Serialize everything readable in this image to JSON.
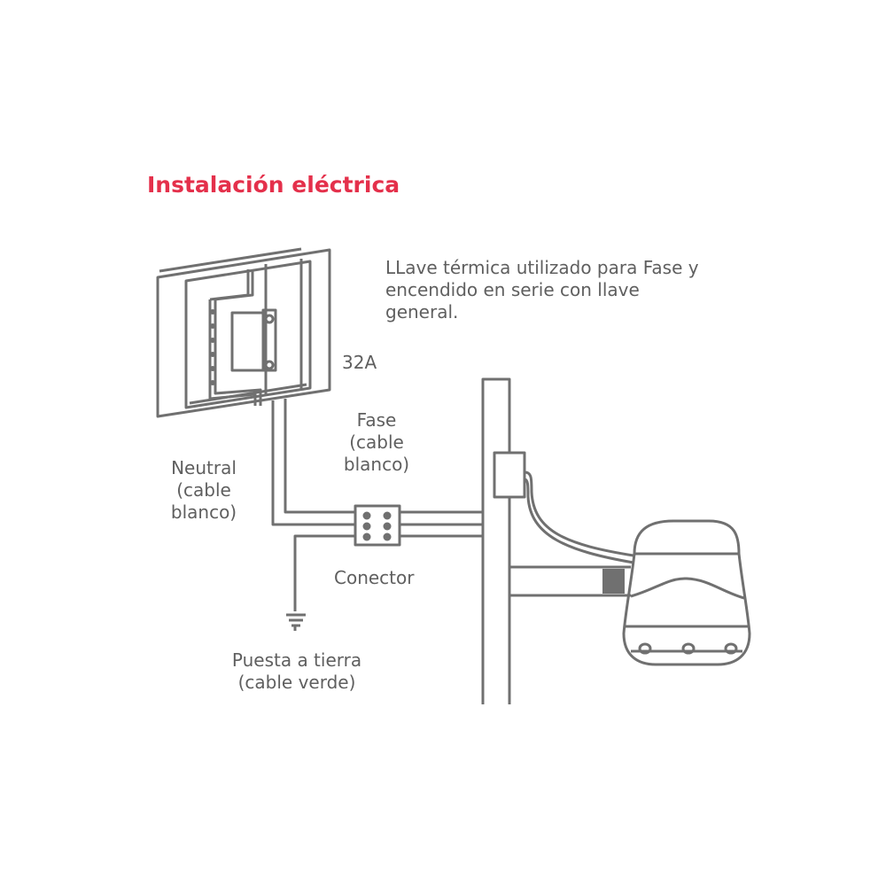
{
  "title": "Instalación eléctrica",
  "labels": {
    "breaker_note": [
      "LLave térmica utilizado para Fase y",
      "encendido en serie con llave",
      "general."
    ],
    "amperage": "32A",
    "fase": [
      "Fase",
      "(cable",
      "blanco)"
    ],
    "neutral": [
      "Neutral",
      "(cable",
      "blanco)"
    ],
    "connector": "Conector",
    "ground": [
      "Puesta a tierra",
      "(cable verde)"
    ]
  },
  "colors": {
    "title": "#e4304b",
    "line": "#707070",
    "text": "#5f5f5f"
  }
}
